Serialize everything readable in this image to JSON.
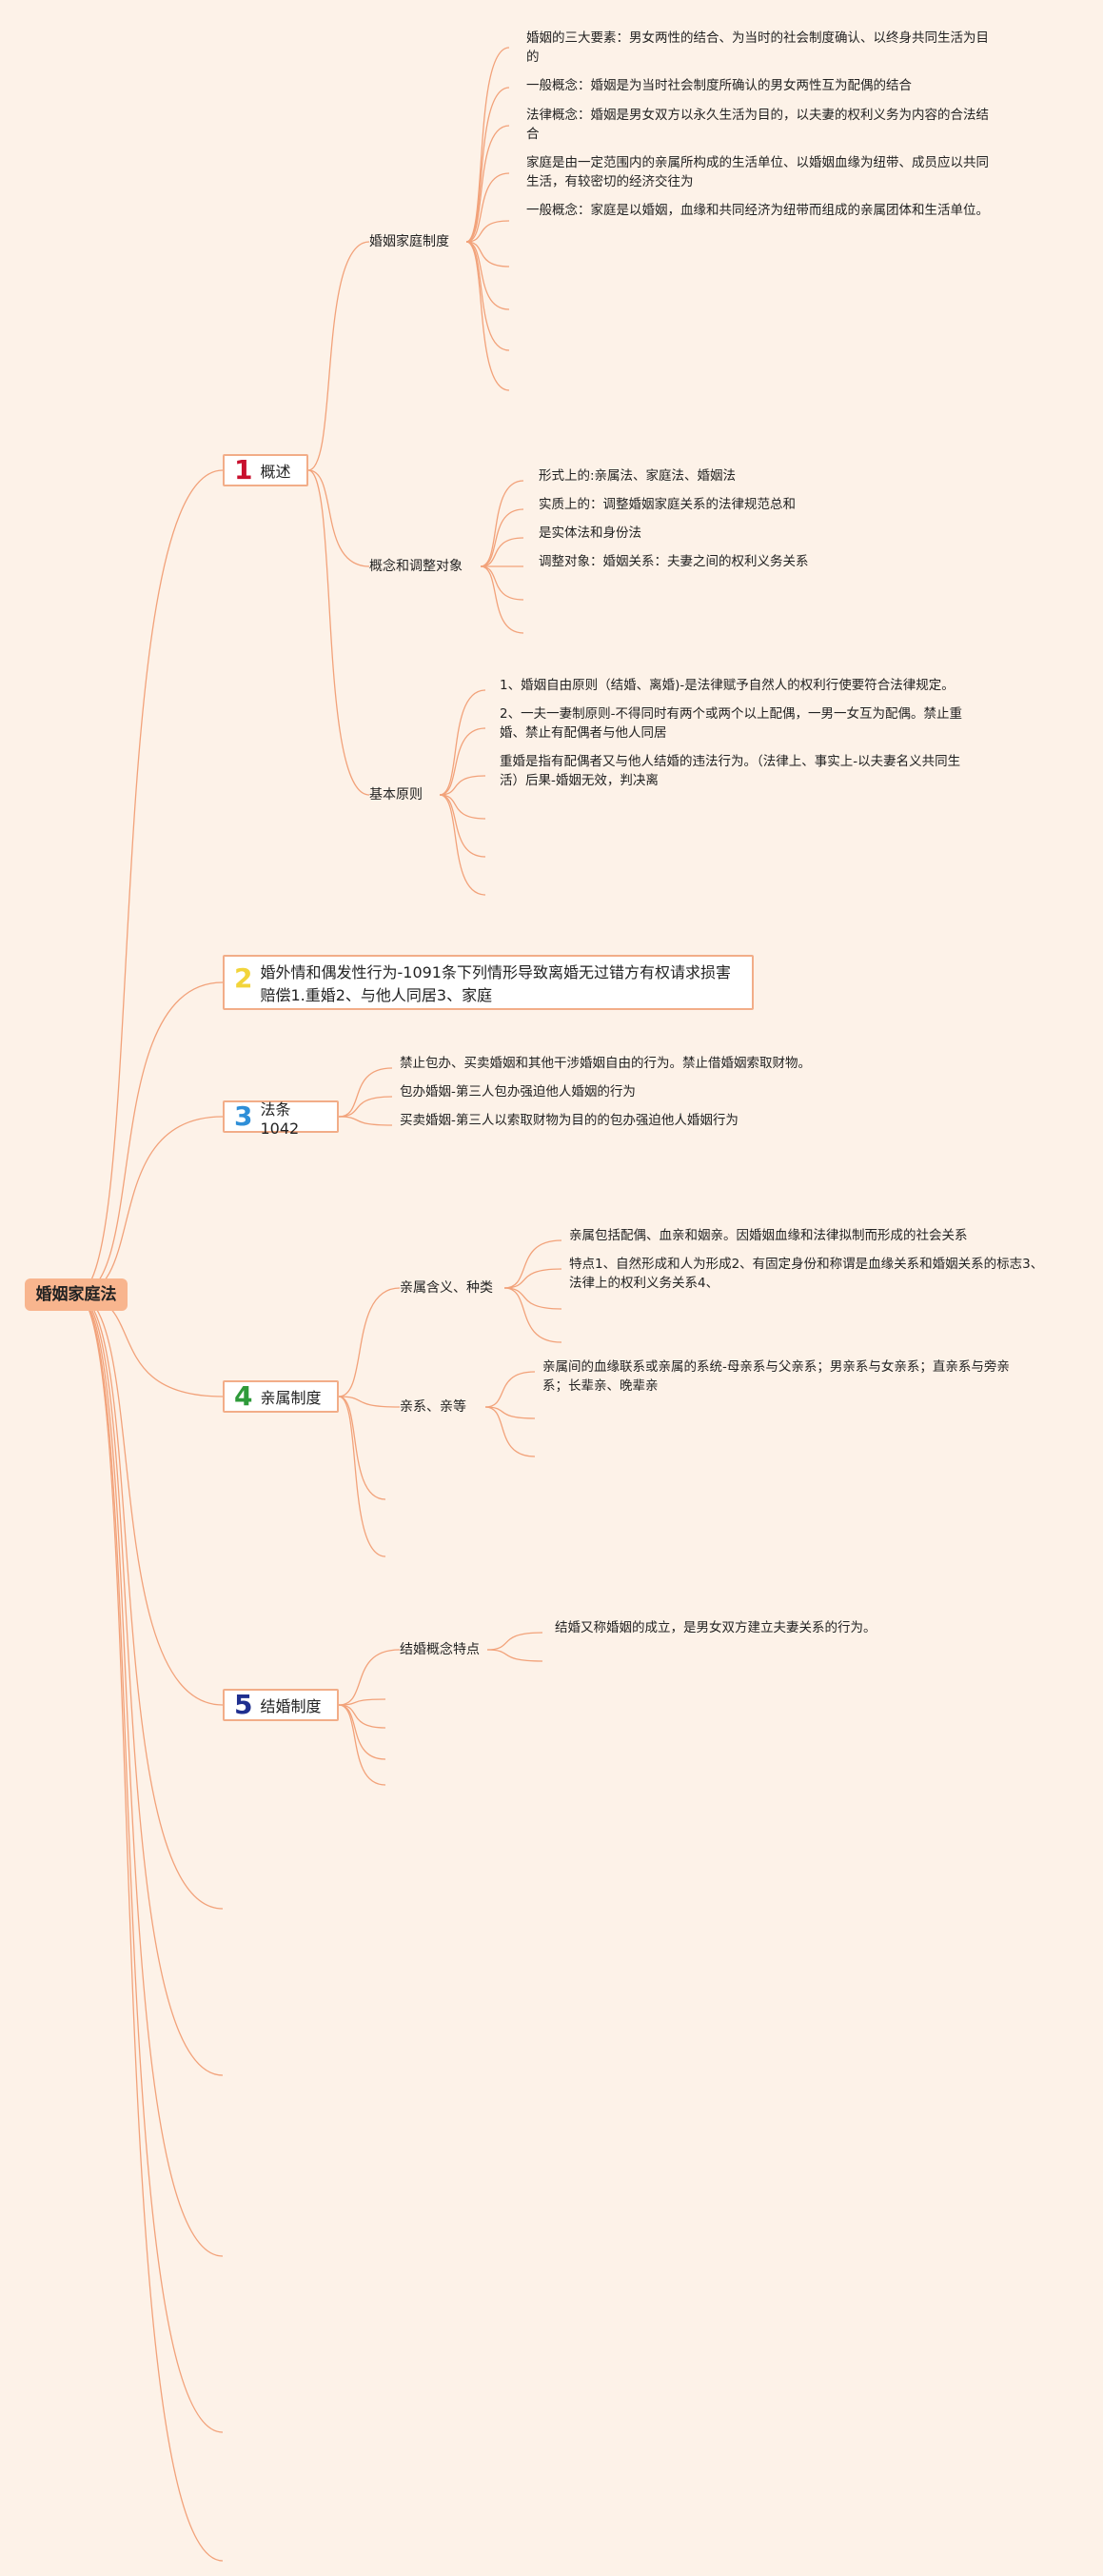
{
  "root": {
    "label": "婚姻家庭法"
  },
  "colors": {
    "line": "#f2a27a",
    "background": "#fdf2e8",
    "root_fill": "#f8b58e",
    "topic_border": "#f2ad88"
  },
  "topic1": {
    "num": "1",
    "num_color": "#c8102e",
    "label": "概述",
    "sub1": {
      "label": "婚姻家庭制度",
      "leaves": [
        "婚姻的三大要素：男女两性的结合、为当时的社会制度确认、以终身共同生活为目的",
        "一般概念：婚姻是为当时社会制度所确认的男女两性互为配偶的结合",
        "法律概念：婚姻是男女双方以永久生活为目的，以夫妻的权利义务为内容的合法结合",
        "家庭是由一定范围内的亲属所构成的生活单位、以婚姻血缘为纽带、成员应以共同生活，有较密切的经济交往为",
        "一般概念：家庭是以婚姻，血缘和共同经济为纽带而组成的亲属团体和生活单位。"
      ]
    },
    "sub2": {
      "label": "概念和调整对象",
      "leaves": [
        "形式上的:亲属法、家庭法、婚姻法",
        "实质上的：调整婚姻家庭关系的法律规范总和",
        "是实体法和身份法",
        "调整对象：婚姻关系：夫妻之间的权利义务关系"
      ]
    },
    "sub3": {
      "label": "基本原则",
      "leaves": [
        "1、婚姻自由原则（结婚、离婚)-是法律赋予自然人的权利行使要符合法律规定。",
        "2、一夫一妻制原则-不得同时有两个或两个以上配偶，一男一女互为配偶。禁止重婚、禁止有配偶者与他人同居",
        "重婚是指有配偶者又与他人结婚的违法行为。（法律上、事实上-以夫妻名义共同生活）后果-婚姻无效，判决离"
      ]
    }
  },
  "topic2": {
    "num": "2",
    "num_color": "#f2d43a",
    "label": "婚外情和偶发性行为-1091条下列情形导致离婚无过错方有权请求损害赔偿1.重婚2、与他人同居3、家庭"
  },
  "topic3": {
    "num": "3",
    "num_color": "#2f8fd8",
    "label": "法条1042",
    "leaves": [
      "禁止包办、买卖婚姻和其他干涉婚姻自由的行为。禁止借婚姻索取财物。",
      "包办婚姻-第三人包办强迫他人婚姻的行为",
      "买卖婚姻-第三人以索取财物为目的的包办强迫他人婚姻行为"
    ]
  },
  "topic4": {
    "num": "4",
    "num_color": "#2e9a3a",
    "label": "亲属制度",
    "sub1": {
      "label": "亲属含义、种类",
      "leaves": [
        "亲属包括配偶、血亲和姻亲。因婚姻血缘和法律拟制而形成的社会关系",
        "特点1、自然形成和人为形成2、有固定身份和称谓是血缘关系和婚姻关系的标志3、法律上的权利义务关系4、"
      ]
    },
    "sub2": {
      "label": "亲系、亲等",
      "leaves": [
        "亲属间的血缘联系或亲属的系统-母亲系与父亲系；男亲系与女亲系；直亲系与旁亲系；长辈亲、晚辈亲"
      ]
    }
  },
  "topic5": {
    "num": "5",
    "num_color": "#1f2f8f",
    "label": "结婚制度",
    "sub1": {
      "label": "结婚概念特点",
      "leaves": [
        "结婚又称婚姻的成立，是男女双方建立夫妻关系的行为。"
      ]
    }
  }
}
